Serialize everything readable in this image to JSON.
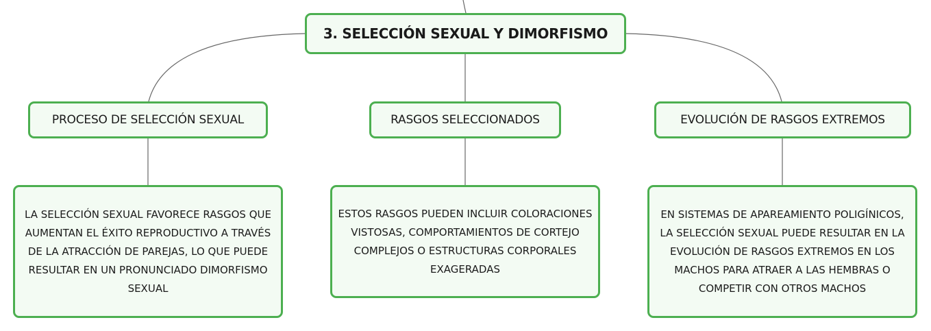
{
  "colors": {
    "node_border": "#4caf50",
    "node_fill": "#f3fbf3",
    "connector": "#666666",
    "text": "#1a1a1a"
  },
  "root": {
    "label": "3. SELECCIÓN SEXUAL Y DIMORFISMO"
  },
  "branches": [
    {
      "label": "PROCESO DE SELECCIÓN SEXUAL",
      "detail": "LA SELECCIÓN SEXUAL FAVORECE RASGOS QUE AUMENTAN EL ÉXITO REPRODUCTIVO A TRAVÉS DE LA ATRACCIÓN DE PAREJAS, LO QUE PUEDE RESULTAR EN UN PRONUNCIADO DIMORFISMO SEXUAL"
    },
    {
      "label": "RASGOS SELECCIONADOS",
      "detail": "ESTOS RASGOS PUEDEN INCLUIR COLORACIONES VISTOSAS, COMPORTAMIENTOS DE CORTEJO COMPLEJOS O ESTRUCTURAS CORPORALES EXAGERADAS"
    },
    {
      "label": "EVOLUCIÓN DE RASGOS EXTREMOS",
      "detail": "EN SISTEMAS DE APAREAMIENTO POLIGÍNICOS, LA SELECCIÓN SEXUAL PUEDE RESULTAR EN LA EVOLUCIÓN DE RASGOS EXTREMOS EN LOS MACHOS PARA ATRAER A LAS HEMBRAS O COMPETIR CON OTROS MACHOS"
    }
  ]
}
